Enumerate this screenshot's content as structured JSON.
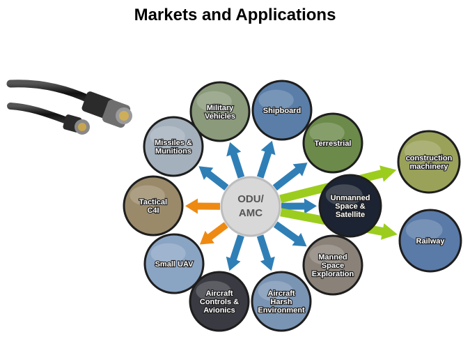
{
  "title": "Markets and Applications",
  "hub": {
    "lines": [
      "ODU/",
      "AMC"
    ]
  },
  "nodes": [
    {
      "id": "military-vehicles",
      "lines": [
        "Military",
        "Vehicles"
      ],
      "color": "#8a9a7a"
    },
    {
      "id": "shipboard",
      "lines": [
        "Shipboard"
      ],
      "color": "#5a7ea8"
    },
    {
      "id": "terrestrial",
      "lines": [
        "Terrestrial"
      ],
      "color": "#6c8a4a"
    },
    {
      "id": "unmanned-space",
      "lines": [
        "Unmanned",
        "Space &",
        "Satellite"
      ],
      "color": "#1c2433"
    },
    {
      "id": "manned-space",
      "lines": [
        "Manned",
        "Space",
        "Exploration"
      ],
      "color": "#8a8278"
    },
    {
      "id": "aircraft-harsh",
      "lines": [
        "Aircraft",
        "Harsh",
        "Environment"
      ],
      "color": "#7a94b4"
    },
    {
      "id": "aircraft-controls",
      "lines": [
        "Aircraft",
        "Controls &",
        "Avionics"
      ],
      "color": "#3a3a42"
    },
    {
      "id": "small-uav",
      "lines": [
        "Small UAV"
      ],
      "color": "#8aa4c4"
    },
    {
      "id": "tactical-c4i",
      "lines": [
        "Tactical",
        "C4I"
      ],
      "color": "#9a8a6a"
    },
    {
      "id": "missiles",
      "lines": [
        "Missiles &",
        "Munitions"
      ],
      "color": "#a4b0bc"
    },
    {
      "id": "construction",
      "lines": [
        "construction",
        "machinery"
      ],
      "color": "#9aa25a"
    },
    {
      "id": "railway",
      "lines": [
        "Railway"
      ],
      "color": "#5a7aa8"
    }
  ],
  "colors": {
    "blue_arrow": "#2f7fb6",
    "orange_arrow": "#ee8a12",
    "green_arrow": "#9ccd1e",
    "hub_fill": "#d8d8d8"
  }
}
